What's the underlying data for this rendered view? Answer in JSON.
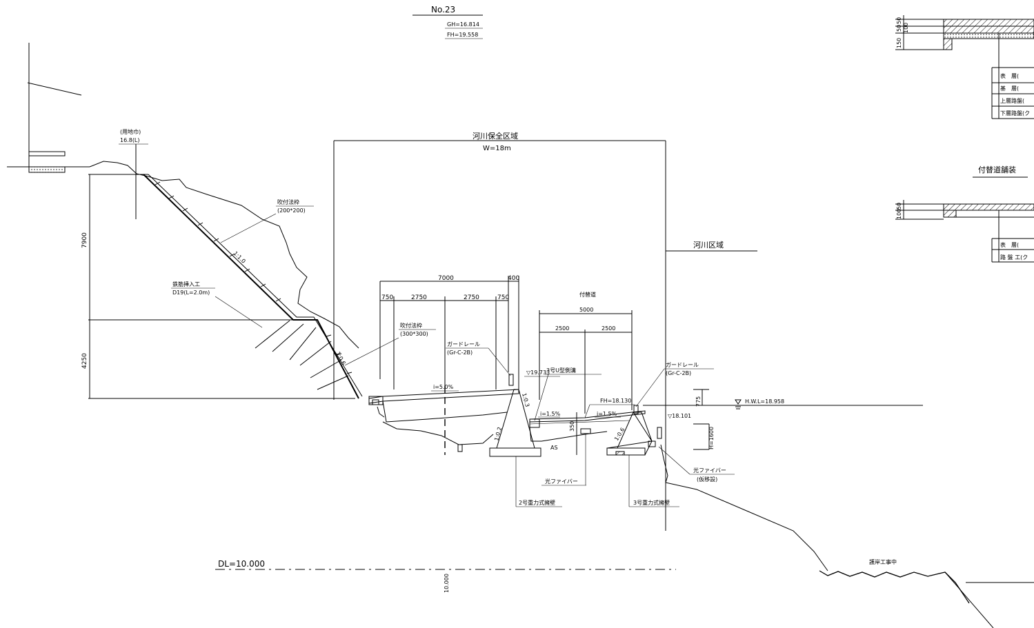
{
  "header": {
    "station": "No.23",
    "gh": "GH=16.814",
    "fh": "FH=19.558"
  },
  "labels": {
    "land_boundary": "(用地巾)",
    "land_boundary_value": "16.8(L)",
    "spray_frame_top": "吹付法枠",
    "spray_frame_top_size": "(200*200)",
    "rebar": "鉄筋挿入工",
    "rebar_spec": "D19(L=2.0m)",
    "spray_frame_mid": "吹付法枠",
    "spray_frame_mid_size": "(300*300)",
    "guardrail_left": "ガードレール",
    "guardrail_left_type": "(Gr-C-2B)",
    "guardrail_right": "ガードレール",
    "guardrail_right_type": "(Gr-C-2B)",
    "river_conservation_zone": "河川保全区域",
    "river_conservation_width": "W=18m",
    "river_zone": "河川区域",
    "detour": "付替道",
    "level_1": "▽19.733",
    "u_ditch": "3号U型側溝",
    "slope_main": "i=5.0%",
    "slope_detour_1": "i=1.5%",
    "slope_detour_2": "i=1.5%",
    "fh_detour": "FH=18.130",
    "level_2": "▽18.101",
    "hwl": "H.W.L=18.958",
    "optical_fiber": "光ファイバー",
    "optical_fiber_temp": "光ファイバー",
    "optical_fiber_temp_note": "(仮移設)",
    "wall_2": "2号重力式擁壁",
    "wall_3": "3号重力式擁壁",
    "shore_work": "護岸工事中",
    "datum": "DL=10.000",
    "datum_small": "10.000",
    "as_mark": "AS",
    "slope_ratio_1": "1:1.0",
    "slope_ratio_2": "1:0.6",
    "slope_ratio_3": "1:0.3",
    "slope_ratio_4": "1:0.2",
    "slope_ratio_5": "1:0.6",
    "pavement_detour_title": "付替道舗装"
  },
  "dimensions": {
    "height_upper": "7900",
    "height_lower": "4250",
    "total_width": "7000",
    "offset_right": "400",
    "seg_a": "750",
    "seg_b": "2750",
    "seg_c": "2750",
    "seg_d": "750",
    "detour_total": "5000",
    "detour_left": "2500",
    "detour_right": "2500",
    "wall_height": "350",
    "fill_height": "775",
    "h_ditch": "H=1600"
  },
  "pavement_main": {
    "layers": [
      "表　層(",
      "基　層(",
      "上層路盤(",
      "下層路盤(ク"
    ],
    "dims": [
      "50",
      "50",
      "100",
      "150"
    ]
  },
  "pavement_detour": {
    "layers": [
      "表　層(",
      "路 盤 工(ク"
    ],
    "dims": [
      "50",
      "100"
    ]
  }
}
